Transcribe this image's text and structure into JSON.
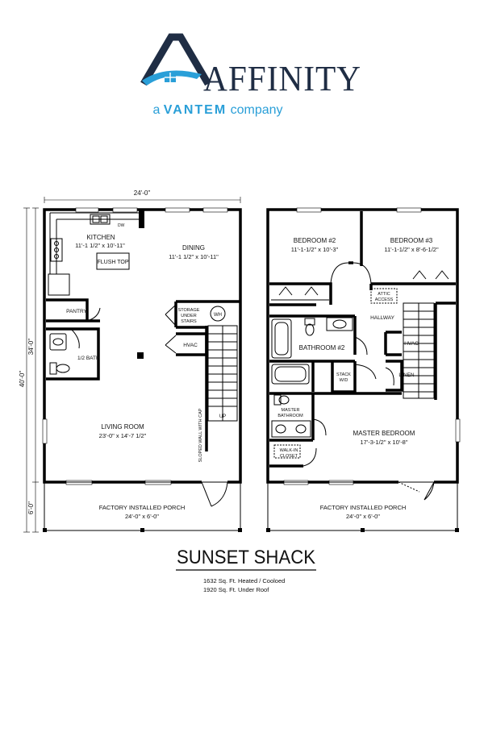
{
  "brand": {
    "logo_text": "AFFINITY",
    "tagline_prefix": "a",
    "tagline_brand": "VANTEM",
    "tagline_suffix": "company",
    "logo_color": "#1f2d44",
    "accent_color": "#2a9fd8"
  },
  "title": "SUNSET SHACK",
  "specs": {
    "line1": "1632 Sq. Ft. Heated / Cooloed",
    "line2": "1920 Sq. Ft. Under Roof"
  },
  "dimensions": {
    "width": "24'-0\"",
    "overall_depth": "40'-0\"",
    "house_depth": "34'-0\"",
    "porch_depth": "6'-0\""
  },
  "first_floor": {
    "kitchen": {
      "name": "KITCHEN",
      "size": "11'-1 1/2\" x 10'-11\""
    },
    "dw": "DW",
    "flush_top": "FLUSH TOP",
    "dining": {
      "name": "DINING",
      "size": "11'-1 1/2\" x 10'-11\""
    },
    "pantry": "PANTRY",
    "half_bath": "1/2 BATH",
    "storage": [
      "STORAGE",
      "UNDER",
      "STAIRS"
    ],
    "wh": "WH",
    "hvac": "HVAC",
    "living": {
      "name": "LIVING ROOM",
      "size": "23'-0\" x 14'-7 1/2\""
    },
    "sloped_wall": "SLOPED WALL WITH CAP",
    "up": "UP",
    "porch": {
      "name": "FACTORY INSTALLED PORCH",
      "size": "24'-0\" x 6'-0\""
    }
  },
  "second_floor": {
    "bedroom2": {
      "name": "BEDROOM #2",
      "size": "11'-1-1/2\" x 10'-3\""
    },
    "bedroom3": {
      "name": "BEDROOM #3",
      "size": "11'-1-1/2\" x 8'-6-1/2\""
    },
    "attic": [
      "ATTIC",
      "ACCESS"
    ],
    "hallway": "HALLWAY",
    "bathroom2": "BATHROOM #2",
    "hvac": "HVAC",
    "stack": [
      "STACK",
      "W/D"
    ],
    "linen": "LINEN",
    "master_bath": [
      "MASTER",
      "BATHROOM"
    ],
    "walkin": [
      "WALK-IN",
      "CLOSET"
    ],
    "master_bed": {
      "name": "MASTER BEDROOM",
      "size": "17'-3-1/2\" x 10'-8\""
    },
    "porch": {
      "name": "FACTORY INSTALLED PORCH",
      "size": "24'-0\" x 6'-0\""
    }
  }
}
